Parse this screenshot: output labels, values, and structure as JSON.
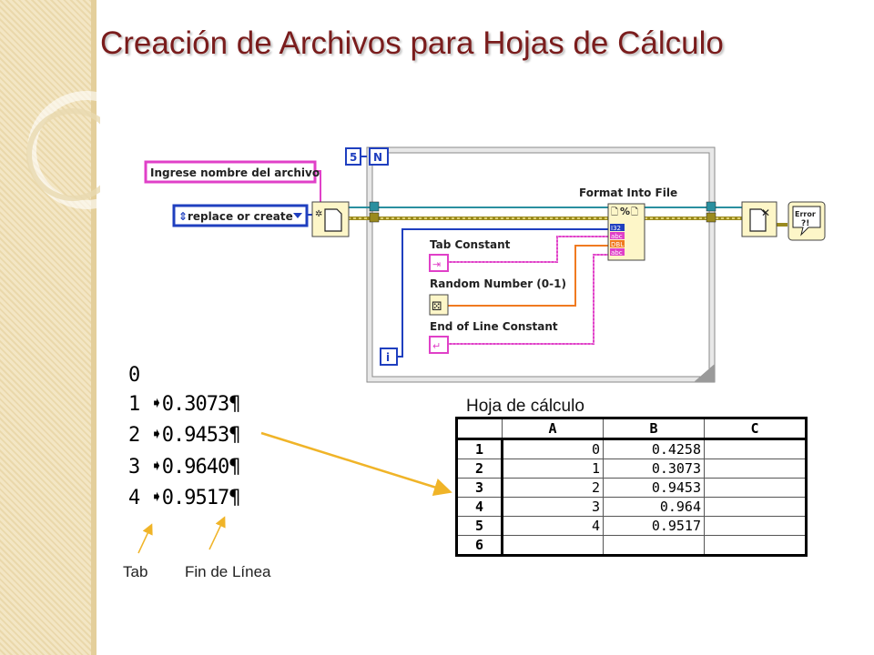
{
  "slide": {
    "title": "Creación de Archivos para Hojas de Cálculo"
  },
  "diagram": {
    "file_name_control": "Ingrese nombre del archivo",
    "operation_ring": "replace or create",
    "loop_count": "5",
    "loop_count_terminal": "N",
    "iteration_terminal": "i",
    "format_into_file_label": "Format Into File",
    "tab_constant_label": "Tab Constant",
    "random_number_label": "Random Number (0-1)",
    "eol_constant_label": "End of Line Constant",
    "error_indicator": "Error",
    "error_indicator_marks": "?!",
    "format_terminals": [
      "I32",
      "abc",
      "DBL",
      "abc"
    ],
    "format_icon": "%"
  },
  "output": {
    "lines": [
      "0",
      "1 ➧0.3073¶",
      "2 ➧0.9453¶",
      "3 ➧0.9640¶",
      "4 ➧0.9517¶"
    ],
    "tab_label": "Tab",
    "eol_label": "Fin de Línea"
  },
  "spreadsheet": {
    "title": "Hoja de cálculo",
    "columns": [
      "A",
      "B",
      "C"
    ],
    "rows": [
      {
        "n": "1",
        "a": "0",
        "b": "0.4258",
        "c": ""
      },
      {
        "n": "2",
        "a": "1",
        "b": "0.3073",
        "c": ""
      },
      {
        "n": "3",
        "a": "2",
        "b": "0.9453",
        "c": ""
      },
      {
        "n": "4",
        "a": "3",
        "b": "0.964",
        "c": ""
      },
      {
        "n": "5",
        "a": "4",
        "b": "0.9517",
        "c": ""
      },
      {
        "n": "6",
        "a": "",
        "b": "",
        "c": ""
      }
    ]
  },
  "colors": {
    "title": "#7a1c1c",
    "string_wire": "#e040c8",
    "numeric_wire": "#1f3fbf",
    "refnum_wire": "#2a8f9f",
    "error_wire": "#9a8a1e",
    "arrow": "#f0b428"
  }
}
